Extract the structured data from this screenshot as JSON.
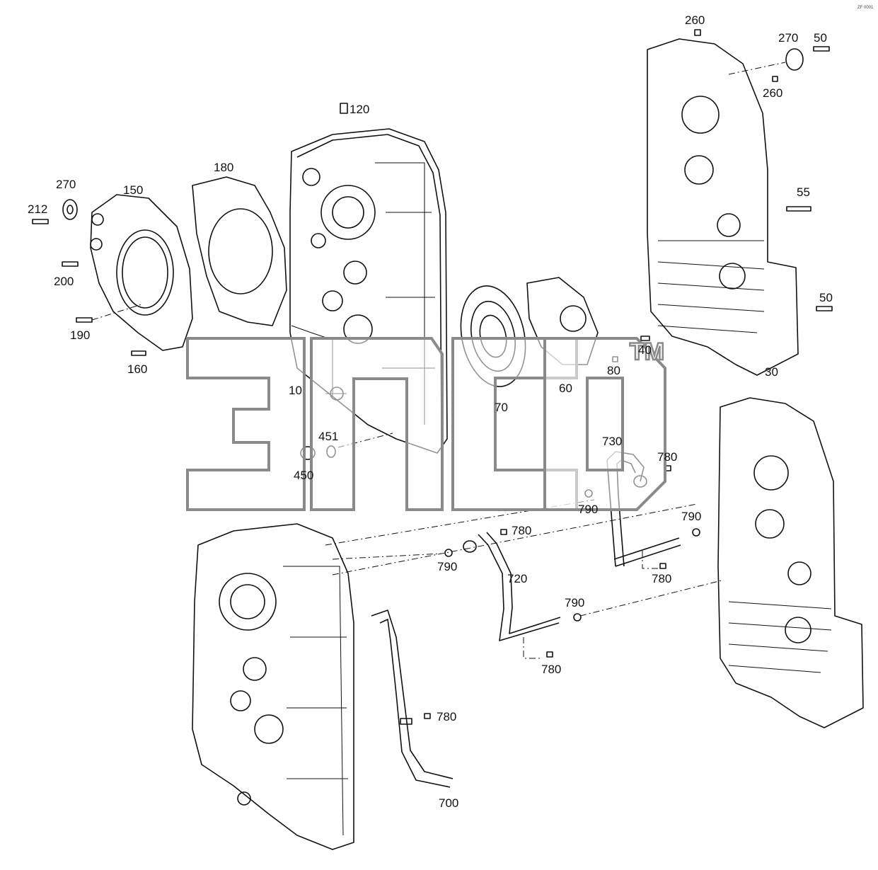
{
  "corner_tag": "ZF 0001",
  "watermark": {
    "trademark": "TM"
  },
  "labels": {
    "p260a": "260",
    "p270a": "270",
    "p50a": "50",
    "p260b": "260",
    "p120": "120",
    "p180": "180",
    "p270b": "270",
    "p150": "150",
    "p212": "212",
    "p200": "200",
    "p190": "190",
    "p160": "160",
    "p55": "55",
    "p50b": "50",
    "p40": "40",
    "p30": "30",
    "p80": "80",
    "p60": "60",
    "p70": "70",
    "p10": "10",
    "p451": "451",
    "p450": "450",
    "p730": "730",
    "p780a": "780",
    "p790a": "790",
    "p790b": "790",
    "p780b": "780",
    "p790c": "790",
    "p720": "720",
    "p780c": "780",
    "p790d": "790",
    "p780d": "780",
    "p780e": "780",
    "p700": "700"
  }
}
